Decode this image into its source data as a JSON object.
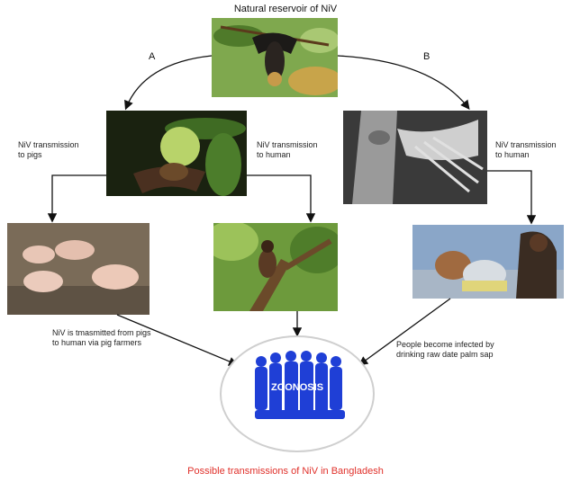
{
  "title": "Natural reservoir of NiV",
  "path_labels": {
    "a": "A",
    "b": "B"
  },
  "labels": {
    "left_transmission": [
      "NiV transmission",
      "to pigs"
    ],
    "middle_transmission": [
      "NiV transmission",
      "to human"
    ],
    "right_transmission": [
      "NiV transmission",
      "to human"
    ],
    "pig_farmers": [
      "NiV is tmasmitted from pigs",
      "to human via pig farmers"
    ],
    "date_palm": [
      "People become infected by",
      "drinking raw date palm sap"
    ]
  },
  "center": {
    "badge": "ZOONOSIS"
  },
  "caption": "Possible transmissions of NiV in Bangladesh",
  "colors": {
    "caption": "#e0302a",
    "zoonosis_figures": "#1f3fd6",
    "arrow": "#111111"
  }
}
